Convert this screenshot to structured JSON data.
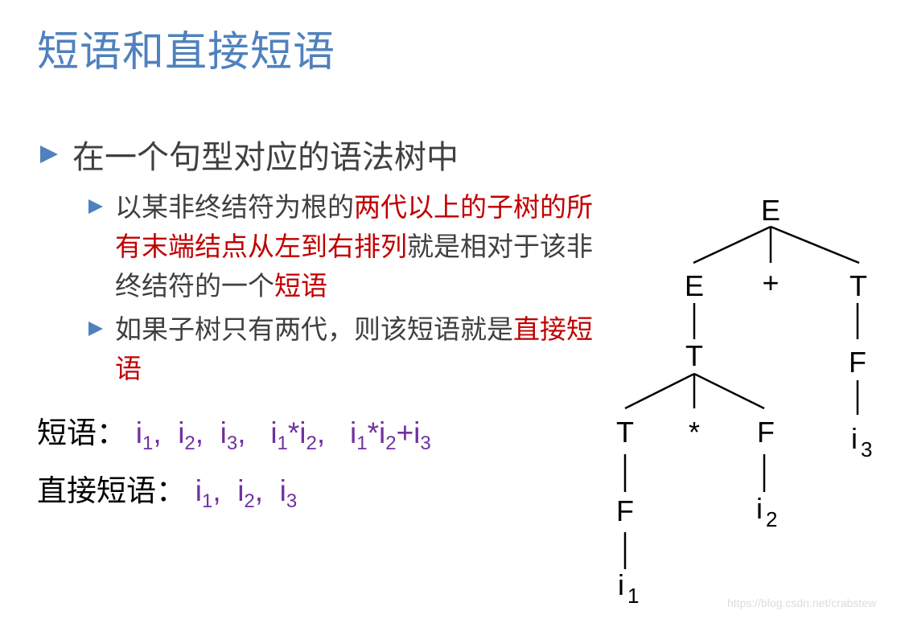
{
  "slide": {
    "title": "短语和直接短语",
    "bullet1": "在一个句型对应的语法树中",
    "sub_bullets": [
      {
        "segments": [
          {
            "text": "以某非终结符为根的",
            "color": "normal"
          },
          {
            "text": "两代以上的子树的所有末端结点从左到右排列",
            "color": "red"
          },
          {
            "text": "就是相对于该非终结符的一个",
            "color": "normal"
          },
          {
            "text": "短语",
            "color": "red"
          }
        ]
      },
      {
        "segments": [
          {
            "text": "如果子树只有两代，则该短语就是",
            "color": "normal"
          },
          {
            "text": "直接短语",
            "color": "red"
          }
        ]
      }
    ],
    "phrases": {
      "label": "短语：",
      "items": [
        "i1",
        "i2",
        "i3",
        "i1*i2",
        "i1*i2+i3"
      ]
    },
    "direct_phrases": {
      "label": "直接短语：",
      "items": [
        "i1",
        "i2",
        "i3"
      ]
    }
  },
  "tree": {
    "root": "E",
    "level1": [
      "E",
      "+",
      "T"
    ],
    "level2": [
      "T",
      "F"
    ],
    "level3": [
      "T",
      "*",
      "F",
      "i3"
    ],
    "level4": [
      "F",
      "i2"
    ],
    "level5": [
      "i1"
    ]
  },
  "colors": {
    "title": "#4f81bd",
    "bullet": "#4f81bd",
    "text": "#404040",
    "highlight": "#c00000",
    "phrase": "#7030a0"
  },
  "watermark": "https://blog.csdn.net/crabstew"
}
